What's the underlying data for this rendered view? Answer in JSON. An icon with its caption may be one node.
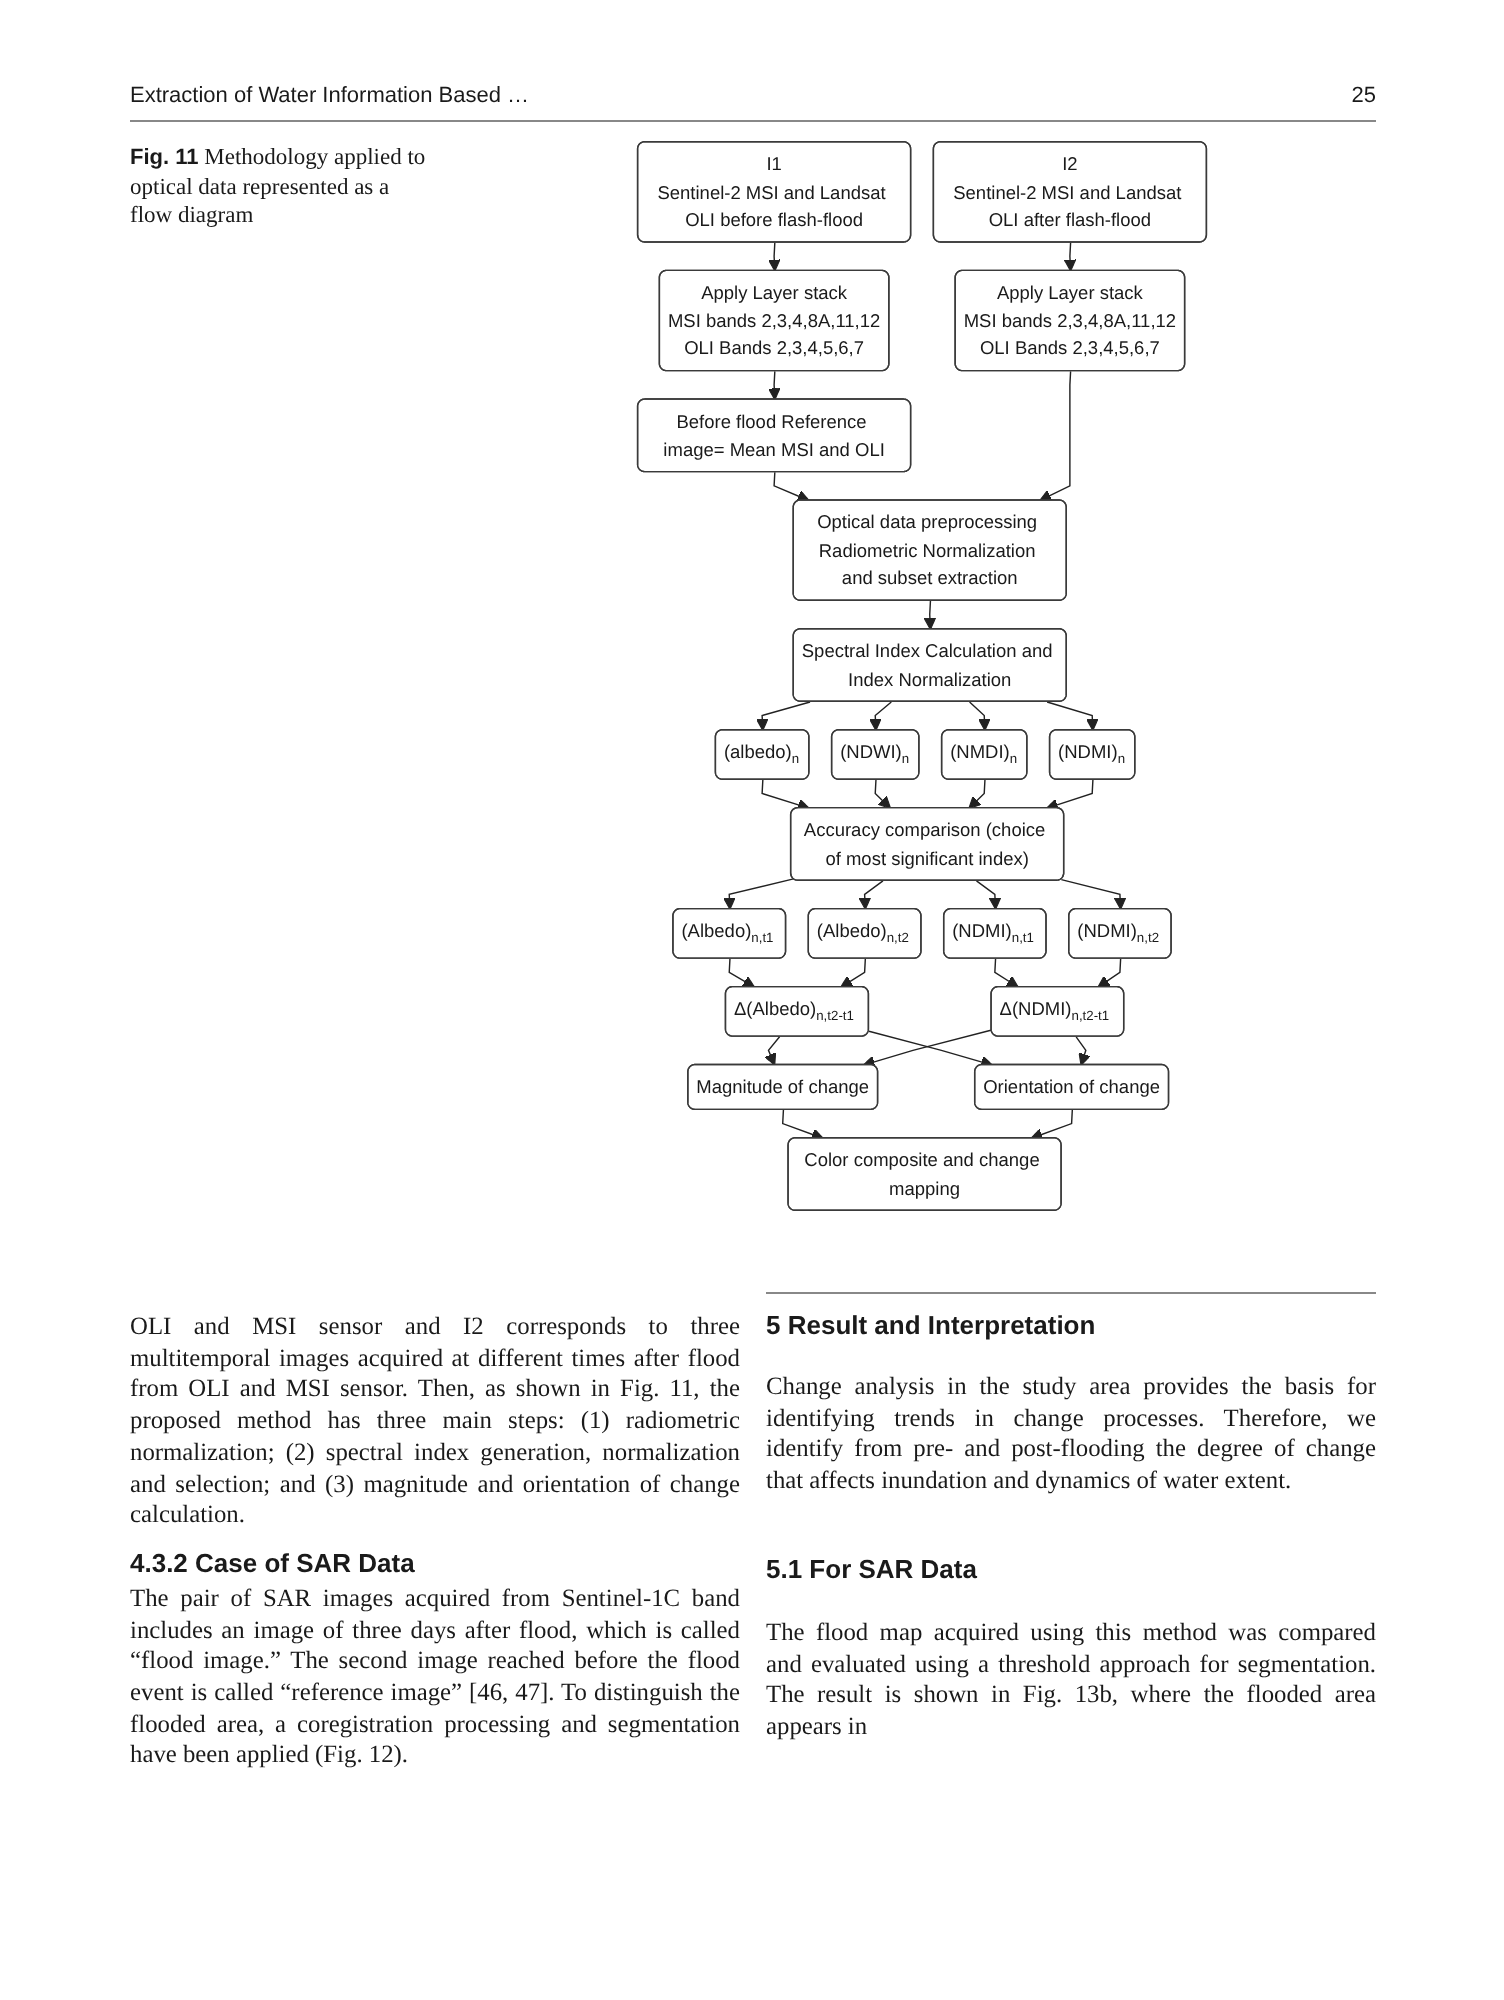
{
  "diagram": {
    "caption": "**Fig. 11** Methodology applied to optical data represented as a flow diagram",
    "nodes": [
      {
        "text": [
          "I1",
          "Sentinel-2 MSI and Landsat OLI before flash-flood"
        ]
      },
      {
        "text": [
          "I2",
          "Sentinel-2 MSI and Landsat OLI after flash-flood"
        ]
      },
      {
        "text": [
          "Apply Layer stack",
          "MSI bands 2,3,4,8A,11,12",
          "OLI Bands 2,3,4,5,6,7"
        ]
      },
      {
        "text": [
          "Apply Layer stack",
          "MSI bands 2,3,4,8A,11,12",
          "OLI Bands 2,3,4,5,6,7"
        ]
      },
      {
        "text": [
          "Before flood Reference image= Mean MSI and OLI"
        ]
      },
      {
        "text": [
          "Optical data preprocessing Radiometric Normalization and subset extraction"
        ]
      },
      {
        "text": [
          "Spectral Index Calculation and Index Normalization"
        ]
      },
      {
        "text": [
          "(albedo)$_{n}$"
        ]
      },
      {
        "text": [
          "(NDWI)$_{n}$"
        ]
      },
      {
        "text": [
          "(NMDI)$_{n}$"
        ]
      },
      {
        "text": [
          "(NDMI)$_{n}$"
        ]
      },
      {
        "text": [
          "Accuracy comparison (choice of most significant index)"
        ]
      },
      {
        "text": [
          "(Albedo)$_{n,t1}$"
        ]
      },
      {
        "text": [
          "(Albedo)$_{n,t2}$"
        ]
      },
      {
        "text": [
          "(NDMI)$_{n,t1}$"
        ]
      },
      {
        "text": [
          "(NDMI)$_{n,t2}$"
        ]
      },
      {
        "text": [
          "Δ(Albedo)$_{n,t2-t1}$"
        ]
      },
      {
        "text": [
          "Δ(NDMI)$_{n,t2-t1}$"
        ]
      },
      {
        "text": [
          "Magnitude of change"
        ]
      },
      {
        "text": [
          "Orientation of change"
        ]
      },
      {
        "text": [
          "Color composite and change mapping"
        ]
      }
    ],
    "edges": [
      {
        "from": 0,
        "to": 2,
        "arrow": "to"
      },
      {
        "from": 1,
        "to": 3,
        "arrow": "to"
      },
      {
        "from": 2,
        "to": 4,
        "arrow": "to"
      },
      {
        "from": 4,
        "to": 5,
        "arrow": "to"
      },
      {
        "from": 3,
        "to": 5,
        "arrow": "to"
      },
      {
        "from": 5,
        "to": 6,
        "arrow": "to"
      },
      {
        "from": 6,
        "to": 7,
        "arrow": "to"
      },
      {
        "from": 6,
        "to": 8,
        "arrow": "to"
      },
      {
        "from": 6,
        "to": 9,
        "arrow": "to"
      },
      {
        "from": 6,
        "to": 10,
        "arrow": "to"
      },
      {
        "from": 7,
        "to": 11,
        "arrow": "to"
      },
      {
        "from": 8,
        "to": 11,
        "arrow": "to"
      },
      {
        "from": 9,
        "to": 11,
        "arrow": "to"
      },
      {
        "from": 10,
        "to": 11,
        "arrow": "to"
      },
      {
        "from": 11,
        "to": 12,
        "arrow": "to"
      },
      {
        "from": 11,
        "to": 13,
        "arrow": "to"
      },
      {
        "from": 11,
        "to": 14,
        "arrow": "to"
      },
      {
        "from": 11,
        "to": 15,
        "arrow": "to"
      },
      {
        "from": 12,
        "to": 16,
        "arrow": "to"
      },
      {
        "from": 13,
        "to": 16,
        "arrow": "to"
      },
      {
        "from": 14,
        "to": 17,
        "arrow": "to"
      },
      {
        "from": 15,
        "to": 17,
        "arrow": "to"
      },
      {
        "from": 16,
        "to": 18,
        "arrow": "to"
      },
      {
        "from": 16,
        "to": 19,
        "arrow": "to"
      },
      {
        "from": 17,
        "to": 18,
        "arrow": "to"
      },
      {
        "from": 17,
        "to": 19,
        "arrow": "to"
      },
      {
        "from": 18,
        "to": 20,
        "arrow": "to"
      },
      {
        "from": 19,
        "to": 20,
        "arrow": "to"
      }
    ],
    "labels": [
      "Extraction of Water Information Based …",
      "25",
      "OLI and MSI sensor and I2 corresponds to three multitemporal images acquired at different times after flood from OLI and MSI sensor. Then, as shown in Fig. 11, the proposed method has three main steps: (1) radiometric normalization; (2) spectral index generation, normalization and selection; and (3) magnitude and orientation of change calculation.",
      "4.3.2 Case of SAR Data",
      "The pair of SAR images acquired from Sentinel-1C band includes an image of three days after flood, which is called “flood image.” The second image reached before the flood event is called “reference image” [46, 47]. To distinguish the flooded area, a coregistration processing and segmentation have been applied (Fig. 12).",
      "5 Result and Interpretation",
      "Change analysis in the study area provides the basis for identifying trends in change processes. Therefore, we identify from pre- and post-flooding the degree of change that affects inundation and dynamics of water extent.",
      "5.1 For SAR Data",
      "The flood map acquired using this method was compared and evaluated using a threshold approach for segmentation. The result is shown in Fig. 13b, where the flooded area appears in"
    ]
  }
}
